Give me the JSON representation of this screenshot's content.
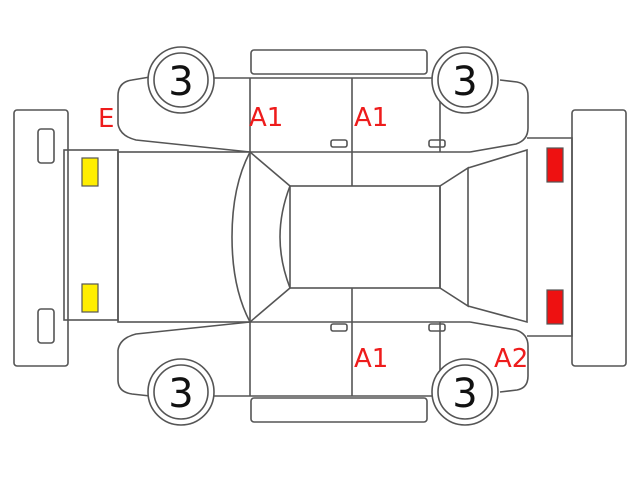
{
  "colors": {
    "mark": "#ee1c1c",
    "lamp_front": "#ffee00",
    "lamp_rear": "#ee1111",
    "line": "#555555"
  },
  "tires": {
    "front_left": "3",
    "rear_left": "3",
    "front_right": "3",
    "rear_right": "3"
  },
  "marks": {
    "front_left_fender": "E",
    "front_left_door": "A1",
    "rear_left_door": "A1",
    "front_right_door": "A1",
    "rear_right_quarter": "A2"
  }
}
